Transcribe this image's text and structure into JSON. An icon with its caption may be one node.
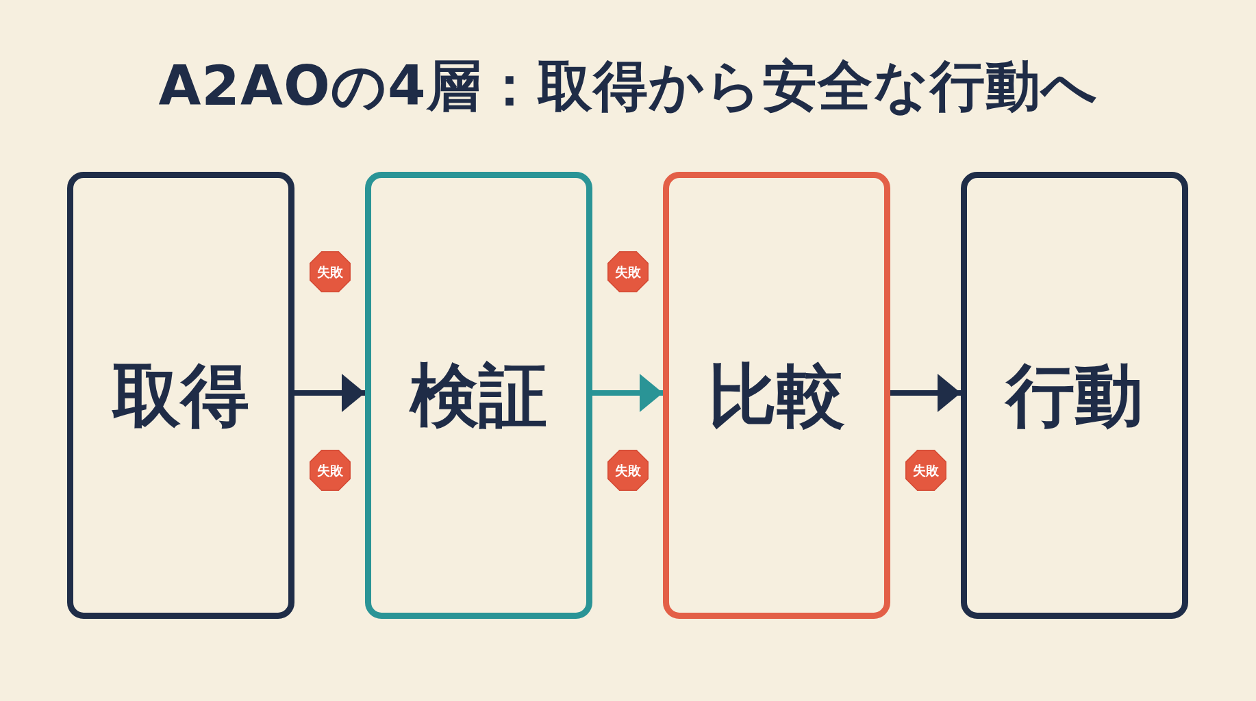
{
  "diagram": {
    "title": "A2AOの4層：取得から安全な行動へ",
    "nodes": [
      {
        "text": [
          "取得"
        ]
      },
      {
        "text": [
          "失敗"
        ]
      },
      {
        "text": [
          "失敗"
        ]
      },
      {
        "text": [
          "検証"
        ]
      },
      {
        "text": [
          "失敗"
        ]
      },
      {
        "text": [
          "失敗"
        ]
      },
      {
        "text": [
          "比較"
        ]
      },
      {
        "text": [
          "失敗"
        ]
      },
      {
        "text": [
          "行動"
        ]
      }
    ],
    "edges": [
      {
        "from": 0,
        "to": 3,
        "arrow": "to"
      },
      {
        "from": 3,
        "to": 6,
        "arrow": "to",
        "color": "#2a9496"
      },
      {
        "from": 6,
        "to": 8,
        "arrow": "to"
      }
    ]
  }
}
